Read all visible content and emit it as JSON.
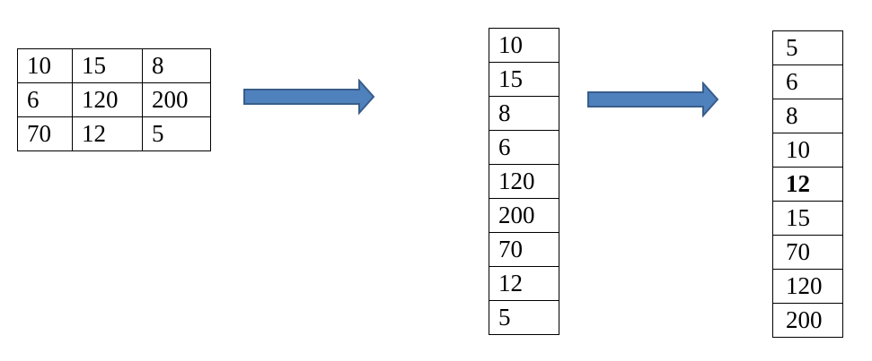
{
  "grid": {
    "rows": [
      [
        "10",
        "15",
        "8"
      ],
      [
        "6",
        "120",
        "200"
      ],
      [
        "70",
        "12",
        "5"
      ]
    ]
  },
  "flattened": [
    "10",
    "15",
    "8",
    "6",
    "120",
    "200",
    "70",
    "12",
    "5"
  ],
  "sorted": [
    "5",
    "6",
    "8",
    "10",
    "12",
    "15",
    "70",
    "120",
    "200"
  ],
  "highlight_index": 4,
  "colors": {
    "arrow_fill": "#4f81bd",
    "arrow_stroke": "#385d8a",
    "border": "#000000"
  }
}
